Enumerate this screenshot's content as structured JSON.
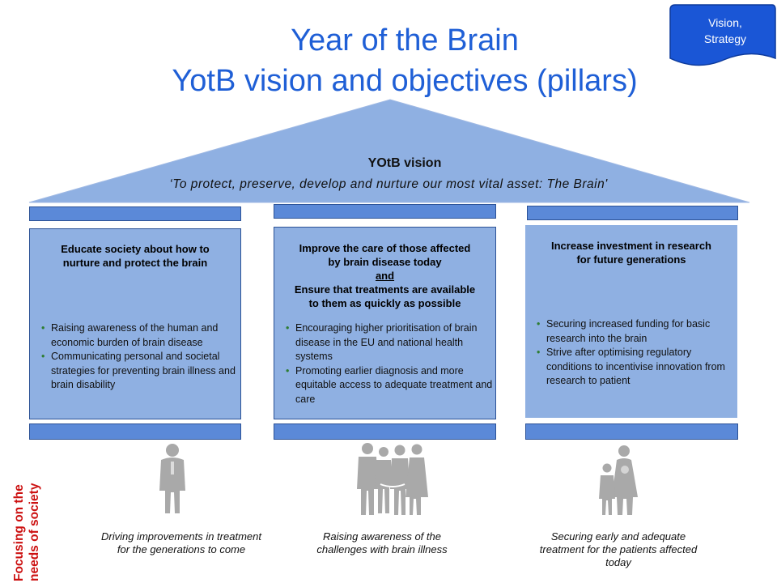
{
  "header": {
    "title": "Year of the Brain",
    "subtitle": "YotB vision and objectives (pillars)",
    "tag_line1": "Vision,",
    "tag_line2": "Strategy"
  },
  "vision": {
    "title": "YOtB vision",
    "quote": "‘To  protect, preserve,  develop and nurture our most vital asset: The Brain'"
  },
  "pillars": [
    {
      "heading_line1": "Educate society about  how to",
      "heading_line2": "nurture and protect the brain",
      "bullets": [
        "Raising awareness of the human and economic burden of brain disease",
        "Communicating personal and societal strategies for preventing brain illness and brain disability"
      ]
    },
    {
      "heading_line1": "Improve the  care of  those affected",
      "heading_line2": "by brain disease today",
      "heading_and": "and",
      "heading_line3": "Ensure that treatments are available",
      "heading_line4": "to them as quickly as possible",
      "bullets": [
        "Encouraging higher prioritisation of brain disease in the EU and national health  systems",
        "Promoting earlier diagnosis and more equitable access to  adequate treatment and care"
      ]
    },
    {
      "heading_line1": "Increase investment in research",
      "heading_line2": "for future generations",
      "bullets": [
        "Securing increased funding for basic research into the brain",
        "Strive after optimising regulatory conditions to incentivise innovation from research to patient"
      ]
    }
  ],
  "side_label": {
    "line1": "Focusing on the",
    "line2": "needs of society"
  },
  "captions": {
    "left_line1": "Driving improvements in treatment",
    "left_line2": "for the generations to come",
    "middle_line1": "Raising awareness of the",
    "middle_line2": "challenges with brain illness",
    "right_line1": "Securing early and adequate",
    "right_line2": "treatment for the patients affected",
    "right_line3": "today"
  },
  "colors": {
    "title": "#1f5fd6",
    "roof": "#8fb0e2",
    "cap": "#5b89d8",
    "tag": "#1a56d6",
    "side_label": "#cc1111",
    "figure": "#a9a9a9"
  },
  "icons": [
    "single-person-icon",
    "family-group-icon",
    "mother-child-icon"
  ]
}
